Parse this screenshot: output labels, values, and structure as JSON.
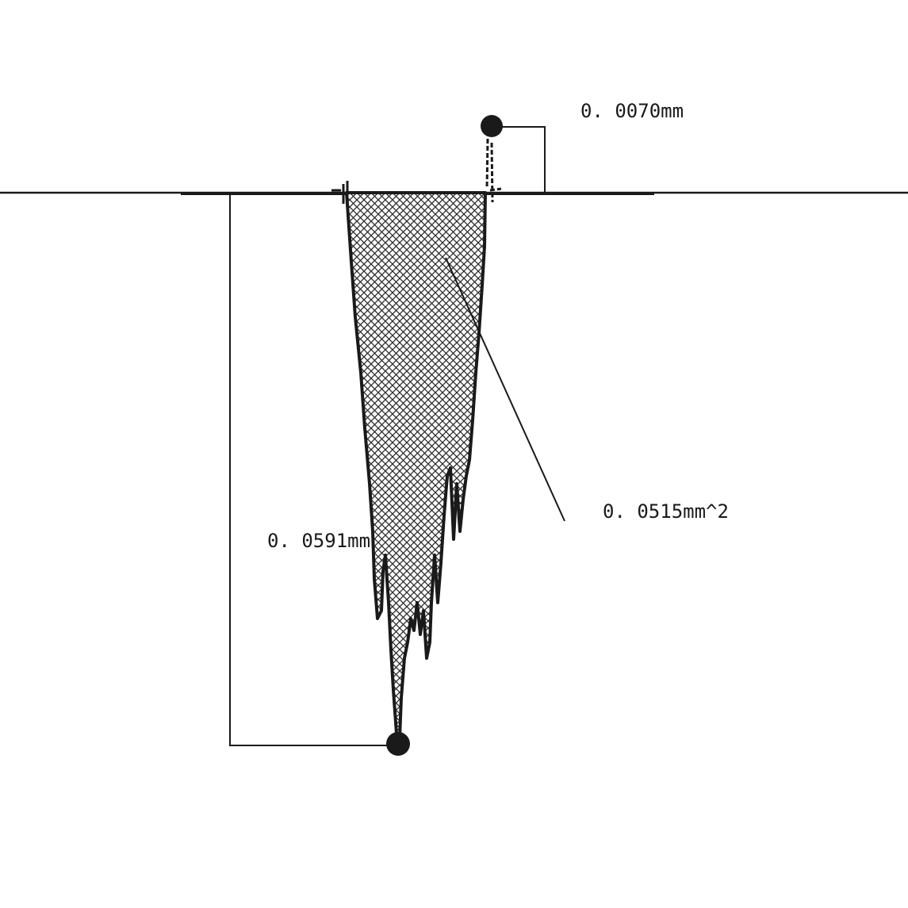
{
  "annotations": {
    "height_label": "0. 0070mm",
    "depth_label": "0. 0591mm",
    "area_label": "0. 0515mm^2"
  },
  "colors": {
    "line": "#1a1a1a",
    "hatch": "#2b2b2b",
    "background": "#ffffff"
  }
}
